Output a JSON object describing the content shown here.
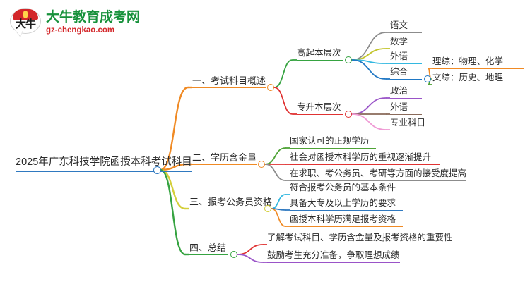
{
  "brand": {
    "logo_icon": "daniu-speech-bubble-logo",
    "logo_mark_text": "大牛",
    "title": "大牛教育成考网",
    "subtitle": "gz-chengkao.com",
    "title_color": "#17913b",
    "subtitle_color": "#d3272a"
  },
  "mindmap": {
    "root": {
      "label": "2025年广东科技学院函授本科考试科目",
      "color": "#2f79c0"
    },
    "branches": [
      {
        "label": "一、考试科目概述",
        "color": "#f08a24",
        "children": [
          {
            "label": "高起本层次",
            "color": "#36a341",
            "children": [
              {
                "label": "语文",
                "color": "#8c8c8c",
                "children": []
              },
              {
                "label": "数学",
                "color": "#c2c42b",
                "children": []
              },
              {
                "label": "外语",
                "color": "#33b8e0",
                "children": []
              },
              {
                "label": "综合",
                "color": "#1f77c4",
                "children": [
                  {
                    "label": "理综：物理、化学",
                    "color": "#f08a24",
                    "children": []
                  },
                  {
                    "label": "文综：历史、地理",
                    "color": "#4fa336",
                    "children": []
                  }
                ]
              }
            ]
          },
          {
            "label": "专升本层次",
            "color": "#e03232",
            "children": [
              {
                "label": "政治",
                "color": "#9a54c8",
                "children": []
              },
              {
                "label": "外语",
                "color": "#8a6a5a",
                "children": []
              },
              {
                "label": "专业科目",
                "color": "#ef9ad4",
                "children": []
              }
            ]
          }
        ]
      },
      {
        "label": "二、学历含金量",
        "color": "#f08a24",
        "children": [
          {
            "label": "国家认可的正规学历",
            "color": "#4fa336",
            "children": []
          },
          {
            "label": "社会对函授本科学历的重视逐渐提升",
            "color": "#e03232",
            "children": []
          },
          {
            "label": "在求职、考公务员、考研等方面的接受度提高",
            "color": "#8c8c8c",
            "children": []
          }
        ]
      },
      {
        "label": "三、报考公务员资格",
        "color": "#d4cf3a",
        "children": [
          {
            "label": "符合报考公务员的基本条件",
            "color": "#33b8e0",
            "children": []
          },
          {
            "label": "具备大专及以上学历的要求",
            "color": "#2f79c0",
            "children": []
          },
          {
            "label": "函授本科学历满足报考资格",
            "color": "#f08a24",
            "children": []
          }
        ]
      },
      {
        "label": "四、总结",
        "color": "#36a341",
        "children": [
          {
            "label": "了解考试科目、学历含金量及报考资格的重要性",
            "color": "#e03232",
            "children": []
          },
          {
            "label": "鼓励考生充分准备，争取理想成绩",
            "color": "#9a54c8",
            "children": []
          }
        ]
      }
    ]
  }
}
